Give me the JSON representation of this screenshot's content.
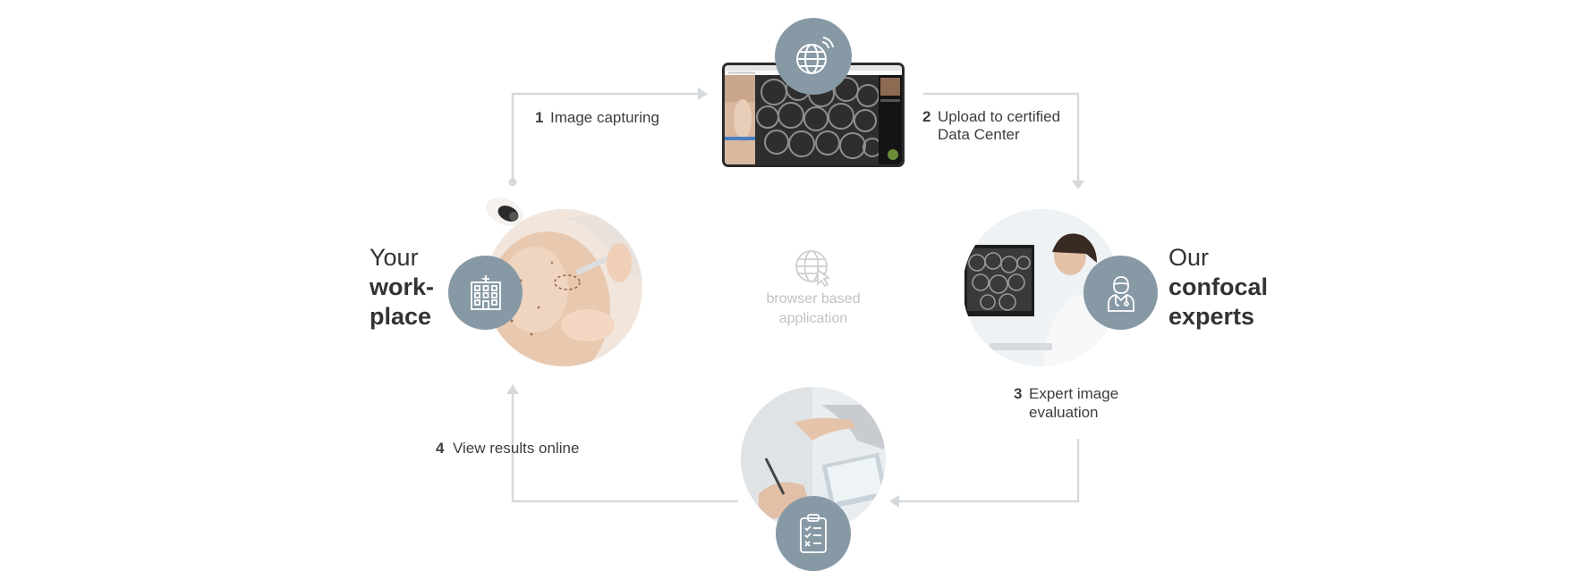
{
  "steps": [
    {
      "num": "1",
      "label_lines": [
        "Image capturing"
      ]
    },
    {
      "num": "2",
      "label_lines": [
        "Upload to certified",
        "Data Center"
      ]
    },
    {
      "num": "3",
      "label_lines": [
        "Expert image",
        "evaluation"
      ]
    },
    {
      "num": "4",
      "label_lines": [
        "View results online"
      ]
    }
  ],
  "left_title": {
    "light": "Your",
    "bold_1": "work-",
    "bold_2": "place"
  },
  "right_title": {
    "light": "Our",
    "bold_1": "confocal",
    "bold_2": "experts"
  },
  "center": {
    "line_1": "browser based",
    "line_2": "application"
  },
  "colors": {
    "badge": "#8799a5",
    "connector": "#d6d9dc",
    "center_text": "#c2c2c2",
    "text": "#3d3d3d"
  },
  "icons": {
    "upload": "globe-wifi-icon",
    "workplace": "hospital-building-icon",
    "experts": "doctor-icon",
    "results": "clipboard-checklist-icon",
    "center": "globe-cursor-icon"
  }
}
